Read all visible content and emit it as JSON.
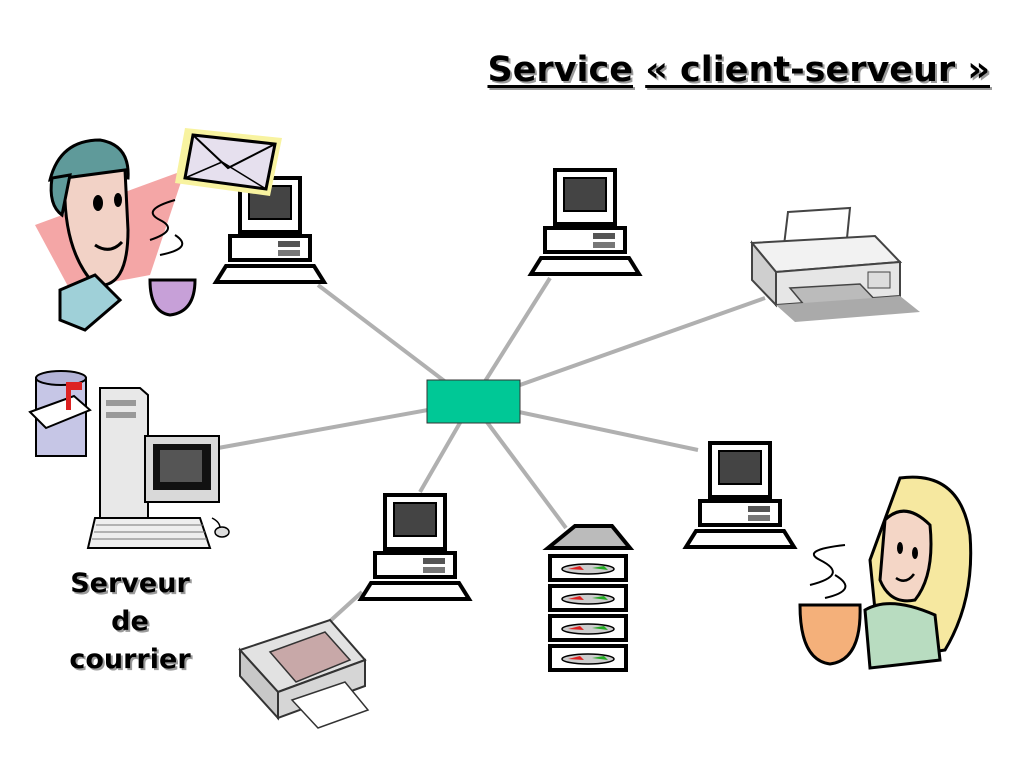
{
  "title": {
    "word1": "Service",
    "word2": "« client-serveur »"
  },
  "mail_server_label": [
    "Serveur",
    "de",
    "courrier"
  ],
  "colors": {
    "hub": "#00c896",
    "links": "#b0b0b0"
  },
  "nodes": [
    "man-with-envelope-client",
    "workstation-top",
    "laser-printer",
    "mail-server",
    "workstation-right-with-woman",
    "workstation-bottom",
    "inkjet-printer",
    "disk-storage-server"
  ]
}
